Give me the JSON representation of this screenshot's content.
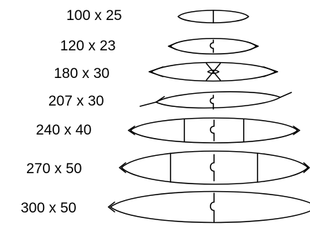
{
  "shapes": [
    {
      "label": "100 x 25",
      "style": "plain"
    },
    {
      "label": "120 x 23",
      "style": "tabbed-hook"
    },
    {
      "label": "180 x 30",
      "style": "cross-tabs"
    },
    {
      "label": "207 x 30",
      "style": "long-tail"
    },
    {
      "label": "240 x 40",
      "style": "three-panel"
    },
    {
      "label": "270 x 50",
      "style": "three-panel"
    },
    {
      "label": "300 x 50",
      "style": "hook-only"
    }
  ]
}
